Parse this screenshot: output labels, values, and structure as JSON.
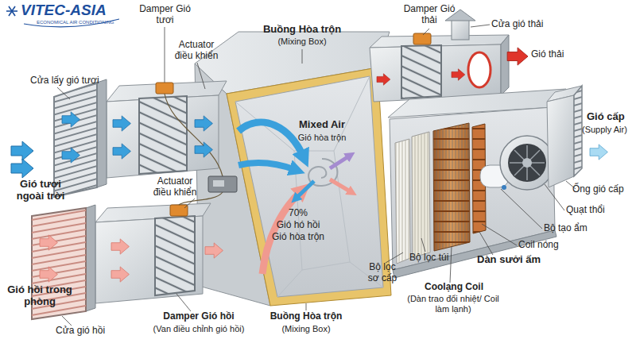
{
  "diagram": {
    "labels": [
      "VITEC-ASIA",
      "ECONOMICAL AIR CONDITIONING",
      "Damper Gió tươi",
      "Buồng Hòa trộn",
      "(Mixing Box)",
      "Actuator điều khiển",
      "Damper Gió thải",
      "Cửa gió thải",
      "Gió thải",
      "Cửa lấy gió tươi",
      "Gió cấp",
      "(Supply Air)",
      "Mixed Air",
      "Gió hòa trộn",
      "Gió tươi ngoài trời",
      "Actuator điều khiển",
      "Ống gió cấp",
      "70%",
      "Gió hó hồi",
      "Gió hòa trộn",
      "Quạt thổi",
      "Bộ tạo ẩm",
      "Coil nóng",
      "Dàn sưởi ấm",
      "Gió hồi trong phòng",
      "Bộ lọc túi",
      "Bộ lọc sơ cấp",
      "Coolạng Coil",
      "(Dàn trao đổi nhiệt/ Coil làm lạnh)",
      "Cửa gió hồi",
      "Damper Gió hồi",
      "(Van điều chỉnh gió hồi)",
      "Buồng Hòa trộn",
      "(Mixing Box)"
    ]
  }
}
